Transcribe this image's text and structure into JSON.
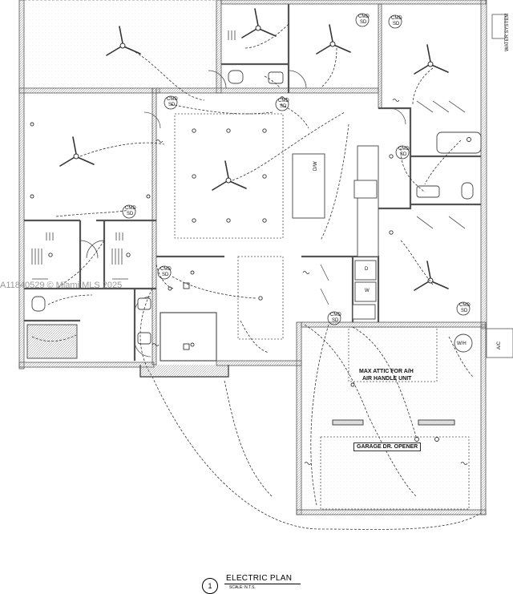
{
  "title": "ELECTRIC PLAN",
  "scale_note": "SCALE: N.T.S.",
  "sheet_number": "1",
  "watermark": "A11840529 © Miami MLS 2025",
  "labels": {
    "water_system": "WATER SYSTEM",
    "dw": "D/W",
    "wh": "W/H",
    "ac": "A/C",
    "d": "D",
    "w": "W",
    "attic_line1": "MAX ATTIC FOR A/H",
    "attic_line2": "AIR HANDLE UNIT",
    "garage_opener": "GARAGE DR. OPENER",
    "cmd": "CMD",
    "sd": "SD"
  },
  "colors": {
    "wall": "#555555",
    "hatch": "#9a9a9a",
    "wire": "#333333"
  }
}
